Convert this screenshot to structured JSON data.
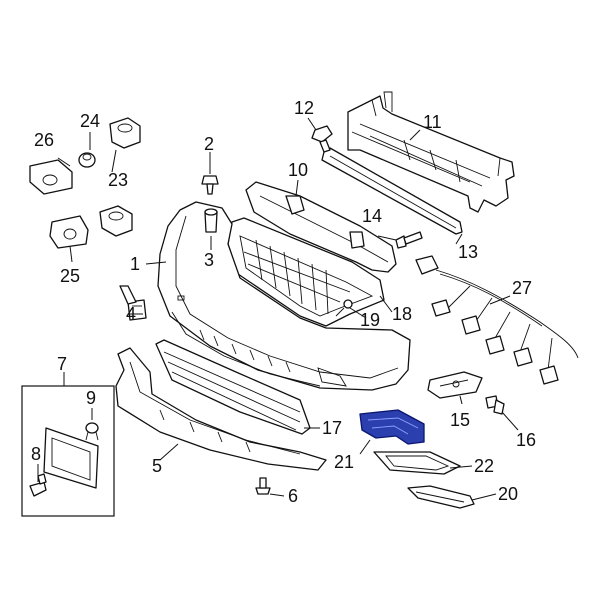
{
  "diagram": {
    "highlight_color": "#2b3fae",
    "callouts": {
      "c1": "1",
      "c2": "2",
      "c3": "3",
      "c4": "4",
      "c5": "5",
      "c6": "6",
      "c7": "7",
      "c8": "8",
      "c9": "9",
      "c10": "10",
      "c11": "11",
      "c12": "12",
      "c13": "13",
      "c14": "14",
      "c15": "15",
      "c16": "16",
      "c17": "17",
      "c18": "18",
      "c19": "19",
      "c20": "20",
      "c21": "21",
      "c22": "22",
      "c23": "23",
      "c24": "24",
      "c25": "25",
      "c26": "26",
      "c27": "27"
    }
  }
}
